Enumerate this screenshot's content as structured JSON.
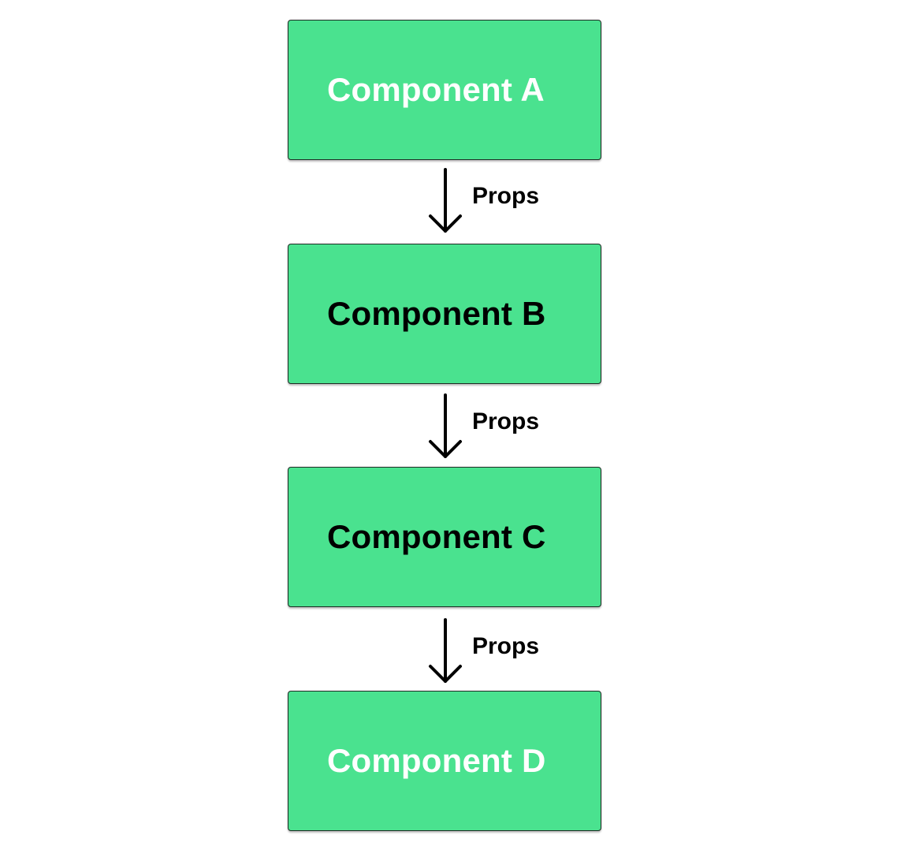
{
  "colors": {
    "node_fill": "#4ae28f",
    "arrow": "#000000"
  },
  "nodes": [
    {
      "label": "Component A",
      "text_color": "#ffffff"
    },
    {
      "label": "Component B",
      "text_color": "#000000"
    },
    {
      "label": "Component C",
      "text_color": "#000000"
    },
    {
      "label": "Component D",
      "text_color": "#ffffff"
    }
  ],
  "edges": [
    {
      "from": "Component A",
      "to": "Component B",
      "label": "Props"
    },
    {
      "from": "Component B",
      "to": "Component C",
      "label": "Props"
    },
    {
      "from": "Component C",
      "to": "Component D",
      "label": "Props"
    }
  ]
}
